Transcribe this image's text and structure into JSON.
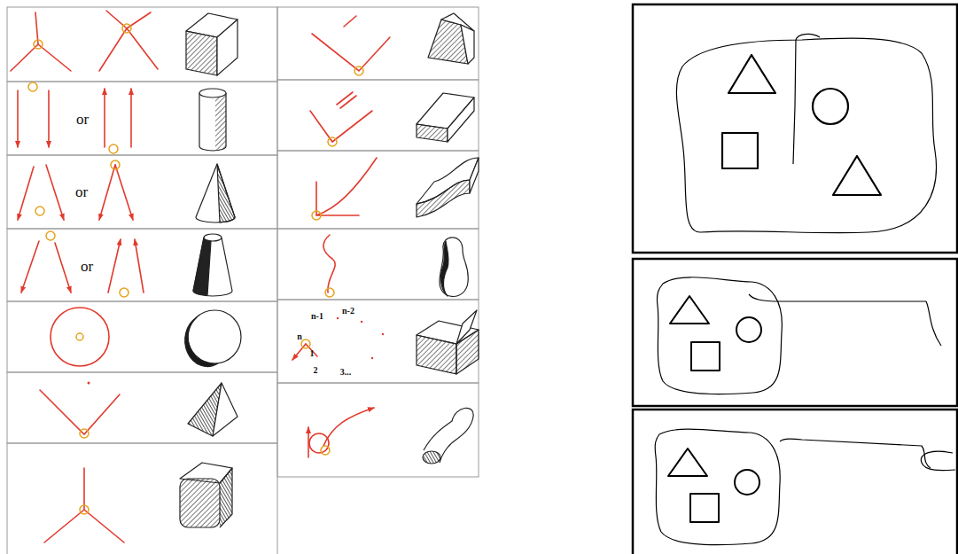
{
  "diagram": {
    "labels": [
      "or",
      "or",
      "or",
      "n-1",
      "n-2",
      "n",
      "1",
      "2",
      "3..."
    ]
  }
}
